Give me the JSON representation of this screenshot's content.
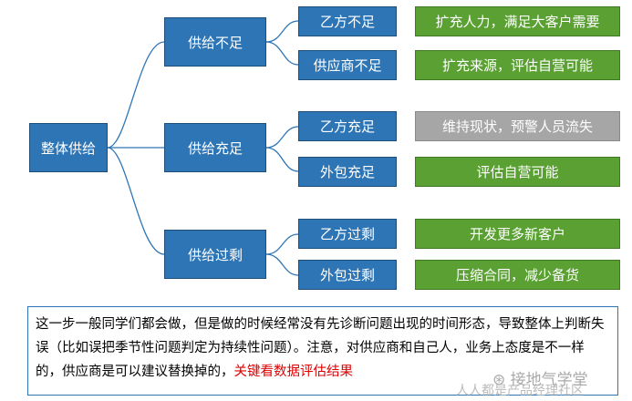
{
  "root": {
    "label": "整体供给"
  },
  "branches": [
    {
      "label": "供给不足",
      "children": [
        {
          "label": "乙方不足",
          "result": "扩充人力，满足大客户需要",
          "result_style": "green"
        },
        {
          "label": "供应商不足",
          "result": "扩充来源，评估自营可能",
          "result_style": "green"
        }
      ]
    },
    {
      "label": "供给充足",
      "children": [
        {
          "label": "乙方充足",
          "result": "维持现状，预警人员流失",
          "result_style": "gray"
        },
        {
          "label": "外包充足",
          "result": "评估自营可能",
          "result_style": "green"
        }
      ]
    },
    {
      "label": "供给过剩",
      "children": [
        {
          "label": "乙方过剩",
          "result": "开发更多新客户",
          "result_style": "green"
        },
        {
          "label": "外包过剩",
          "result": "压缩合同，减少备货",
          "result_style": "green"
        }
      ]
    }
  ],
  "note": {
    "text": "这一步一般同学们都会做，但是做的时候经常没有先诊断问题出现的时间形态，导致整体上判断失误（比如误把季节性问题判定为持续性问题）。注意，对供应商和自己人，业务上态度是不一样的，供应商是可以建议替换掉的，",
    "highlight": "关键看数据评估结果"
  },
  "watermark": {
    "line1": "接地气学堂",
    "line2": "人人都是产品经理社区"
  },
  "colors": {
    "blue": "#2e75b6",
    "green": "#5aa033",
    "gray": "#a6a6a6",
    "line": "#2e75b6",
    "highlight": "#e00000"
  }
}
